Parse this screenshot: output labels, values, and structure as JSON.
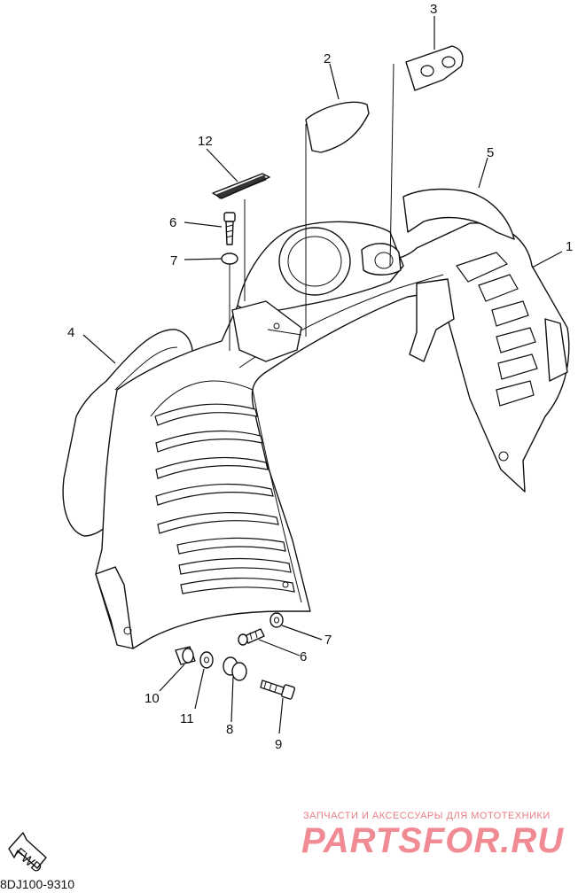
{
  "diagram": {
    "callouts": [
      "1",
      "2",
      "3",
      "4",
      "5",
      "6",
      "7",
      "8",
      "9",
      "10",
      "11",
      "12"
    ],
    "callout_6b": "6",
    "callout_7b": "7",
    "fwd_label": "FWD",
    "code": "8DJ100-9310"
  },
  "watermark": {
    "tagline": "ЗАПЧАСТИ И АКСЕССУАРЫ ДЛЯ МОТОТЕХНИКИ",
    "logo": "PARTSFOR.RU"
  }
}
